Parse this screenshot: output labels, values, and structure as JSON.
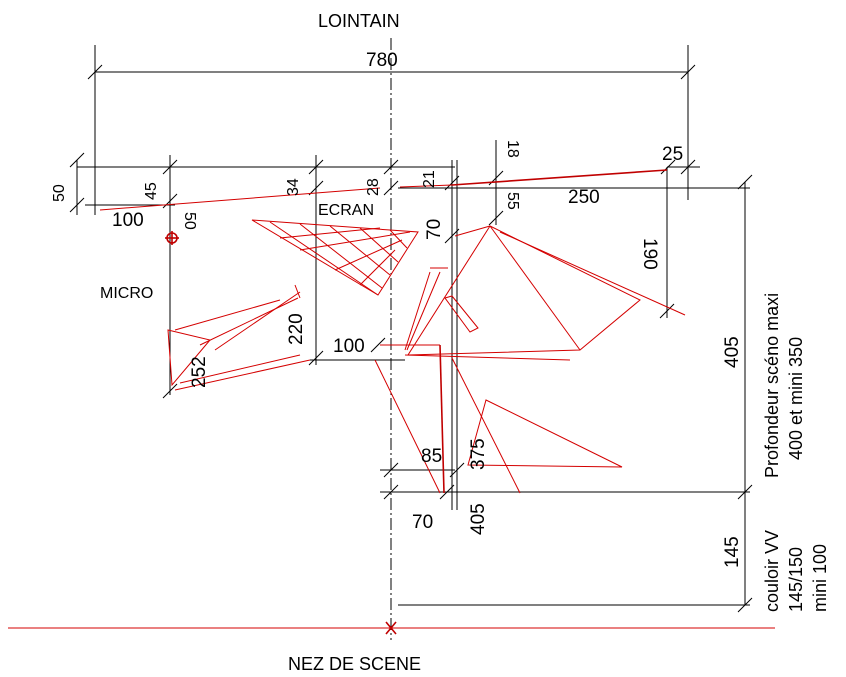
{
  "labels": {
    "top": "LOINTAIN",
    "bottom": "NEZ DE SCENE",
    "ecran": "ECRAN",
    "micro": "MICRO",
    "center_mark": "X",
    "depth_line1": "Profondeur scéno maxi",
    "depth_line2": "400 et mini 350",
    "corridor_line1": "couloir VV",
    "corridor_line2": "145/150",
    "corridor_line3": "mini 100"
  },
  "dimensions": {
    "d780": "780",
    "d50a": "50",
    "d45": "45",
    "d100a": "100",
    "d50b": "50",
    "d34": "34",
    "d28": "28",
    "d21": "21",
    "d18": "18",
    "d55": "55",
    "d25": "25",
    "d250": "250",
    "d70a": "70",
    "d190": "190",
    "d405a": "405",
    "d220": "220",
    "d252": "252",
    "d100b": "100",
    "d85": "85",
    "d375": "375",
    "d70b": "70",
    "d405b": "405",
    "d145": "145"
  },
  "colors": {
    "line": "#000000",
    "set": "#d40000"
  }
}
